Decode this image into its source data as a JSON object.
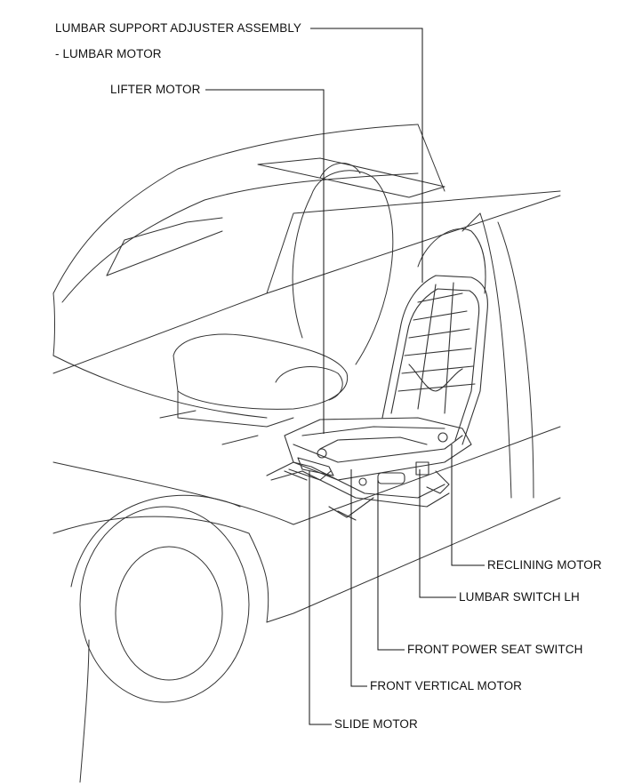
{
  "labels": {
    "lumbar_assembly": "LUMBAR SUPPORT ADJUSTER ASSEMBLY",
    "lumbar_motor": "- LUMBAR MOTOR",
    "lifter_motor": "LIFTER MOTOR",
    "reclining_motor": "RECLINING MOTOR",
    "lumbar_switch": "LUMBAR SWITCH LH",
    "front": "FRONT",
    "power_seat_switch": "POWER SEAT SWITCH",
    "front_vertical_motor": "FRONT VERTICAL MOTOR",
    "slide_motor": "SLIDE MOTOR"
  },
  "colors": {
    "line": "#111111",
    "sketch": "#333333",
    "background": "#ffffff"
  }
}
